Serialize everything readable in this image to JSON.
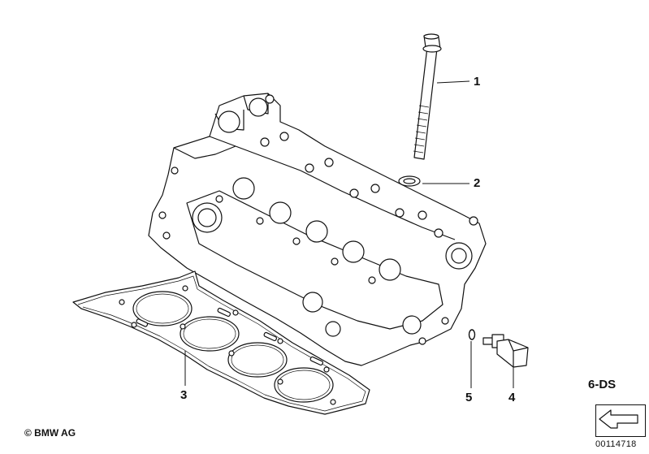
{
  "callouts": {
    "bolt": "1",
    "washer": "2",
    "gasket": "3",
    "sensor": "4",
    "seal_ring": "5"
  },
  "group_code": "6-DS",
  "copyright": "© BMW AG",
  "reference_number": "00114718"
}
